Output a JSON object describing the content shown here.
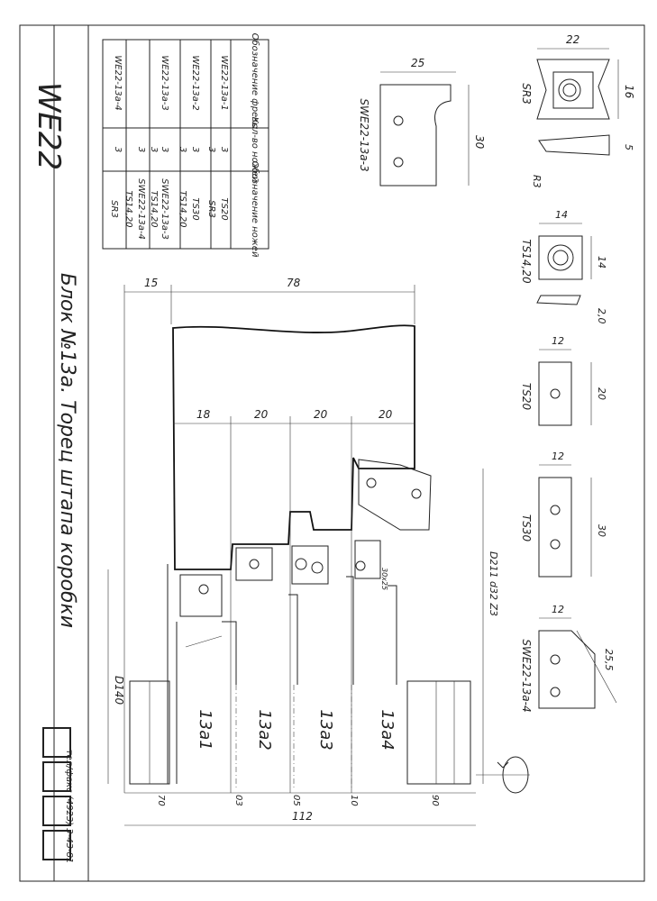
{
  "sheet": {
    "model": "WE22",
    "title": "Блок №13а. Торец штапа коробки",
    "contact": "тел/факс (4923) 3-43-81"
  },
  "table": {
    "headers": [
      "Обозначение фрезы",
      "Кол-во ножей",
      "Обозначение ножей"
    ],
    "rows": [
      [
        "WE22-13а-1",
        "3",
        "TS20"
      ],
      [
        "",
        "3",
        "SR3"
      ],
      [
        "WE22-13а-2",
        "3",
        "TS30"
      ],
      [
        "",
        "3",
        "TS14,20"
      ],
      [
        "WE22-13а-3",
        "3",
        "SWE22-13а-3"
      ],
      [
        "",
        "3",
        "TS14,20"
      ],
      [
        "WE22-13а-4",
        "3",
        "SWE22-13а-4"
      ],
      [
        "",
        "3",
        "TS14,20"
      ],
      [
        "",
        "",
        "SR3"
      ]
    ]
  },
  "main_dims": {
    "d15": "15",
    "d78": "78",
    "d18": "18",
    "d20a": "20",
    "d20b": "20",
    "d20c": "20",
    "d140": "D140",
    "d211": "D211 d32 Z3",
    "d112": "112",
    "b70": "70",
    "b03": "03",
    "b05": "05",
    "b10": "10",
    "b90": "90",
    "small": "30x25"
  },
  "cutters": [
    "13а1",
    "13а2",
    "13а3",
    "13а4"
  ],
  "knives": {
    "sr3": {
      "label": "SR3",
      "w": "22",
      "h": "16",
      "t": "5",
      "r": "R3"
    },
    "ts1420": {
      "label": "TS14,20",
      "w": "14",
      "h": "14",
      "t": "2,0"
    },
    "ts20": {
      "label": "TS20",
      "w": "12",
      "h": "20"
    },
    "ts30": {
      "label": "TS30",
      "w": "12",
      "h": "30"
    },
    "swe4": {
      "label": "SWE22-13а-4",
      "w": "12",
      "h": "25,5"
    },
    "swe3": {
      "label": "SWE22-13а-3",
      "w": "25",
      "h": "30"
    }
  }
}
